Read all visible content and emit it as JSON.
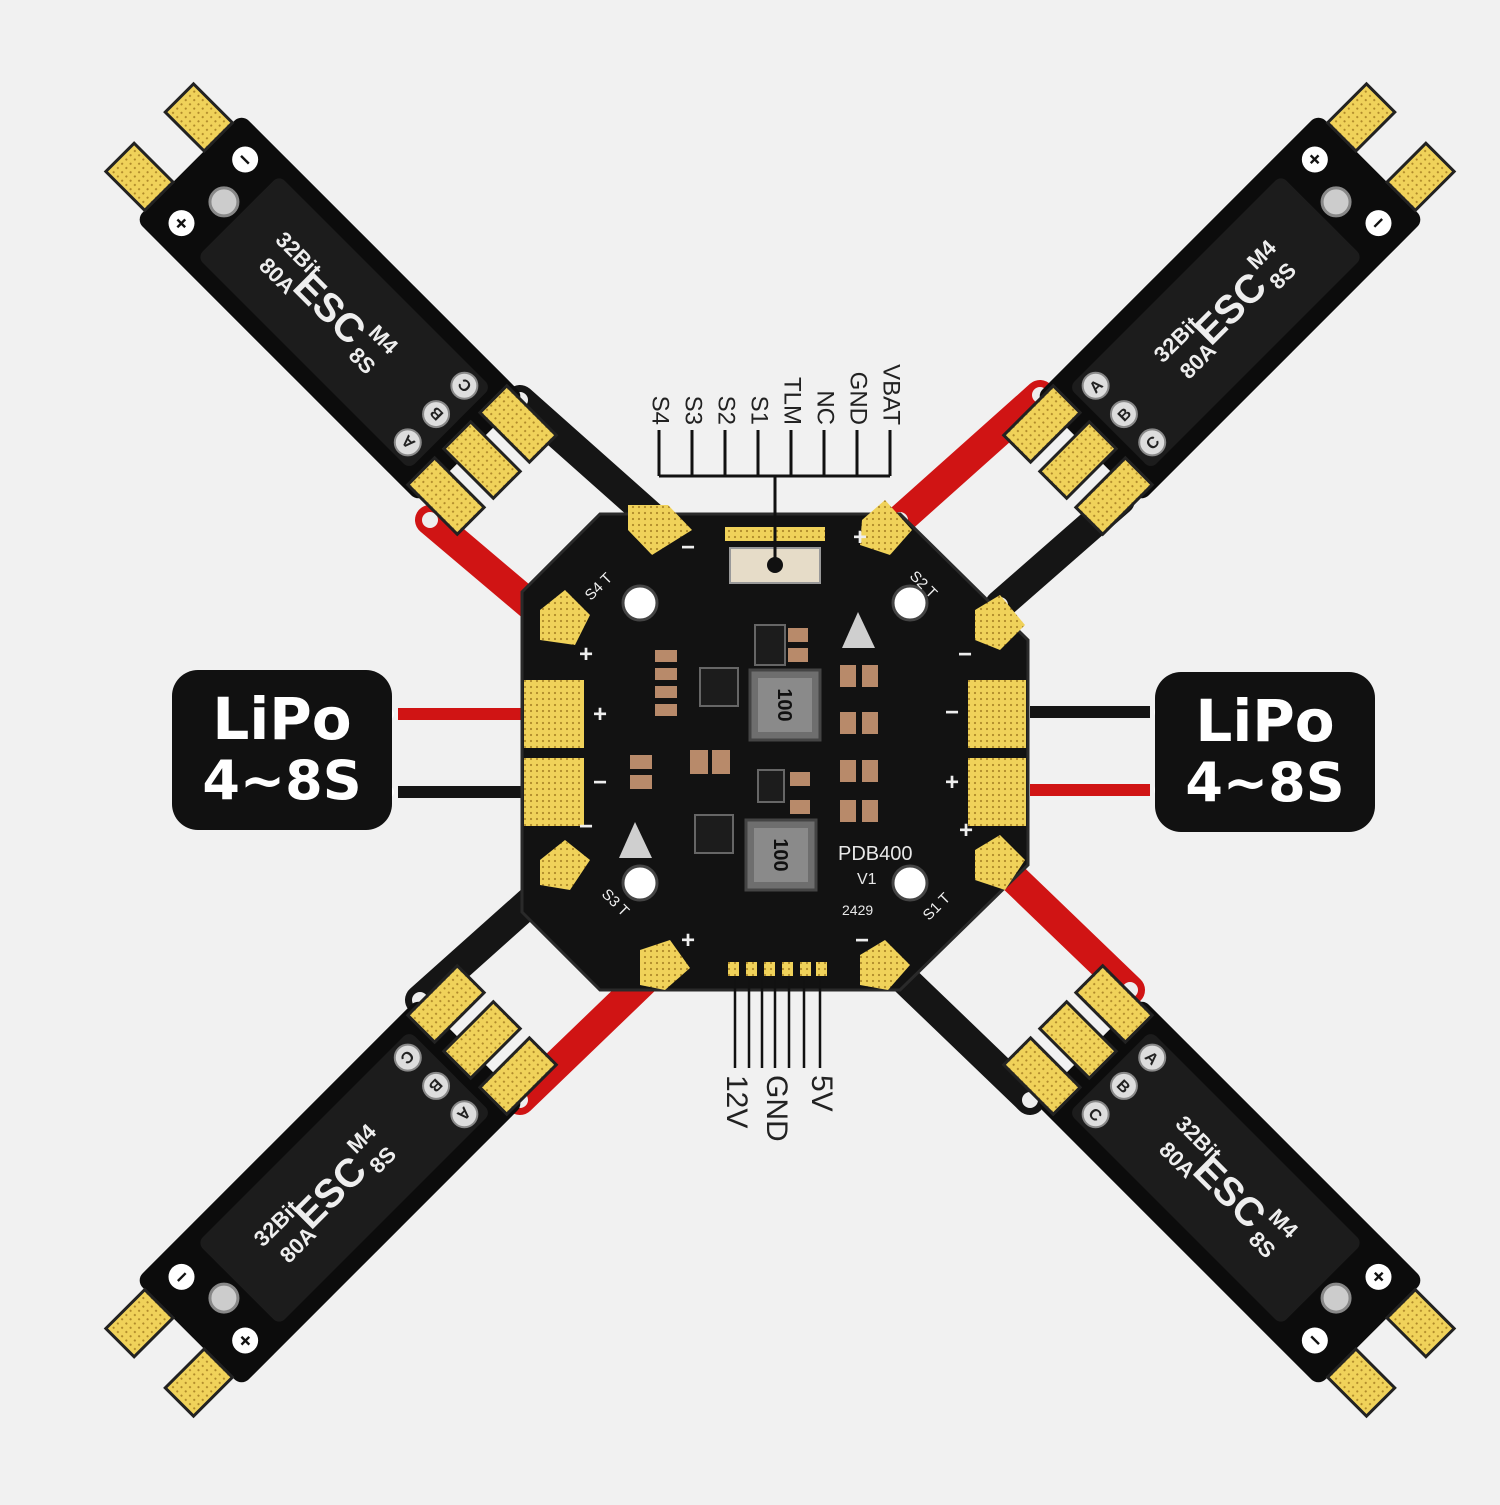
{
  "board": {
    "name": "PDB400",
    "version": "V1",
    "date_code": "2429",
    "inductor_marking": "100",
    "plus_symbol": "+",
    "minus_symbol": "−",
    "motor_labels": [
      "S1 T",
      "S2 T",
      "S3 T",
      "S4 T"
    ]
  },
  "top_connector": {
    "pins": [
      "VBAT",
      "GND",
      "NC",
      "TLM",
      "S1",
      "S2",
      "S3",
      "S4"
    ]
  },
  "bottom_connector": {
    "pins": [
      "5V",
      "GND",
      "12V"
    ]
  },
  "lipo_left": {
    "line1": "LiPo",
    "line2": "4~8S"
  },
  "lipo_right": {
    "line1": "LiPo",
    "line2": "4~8S"
  },
  "esc": {
    "line_bits": "32Bit",
    "line_amps": "80A",
    "line_type": "ESC",
    "line_model": "M4",
    "line_cells": "8S",
    "phases": [
      "A",
      "B",
      "C"
    ]
  },
  "colors": {
    "board": "#121212",
    "gold_pad": "#e6c25a",
    "red_wire": "#d01414",
    "black_wire": "#151515",
    "label_box": "#111111",
    "background": "#f1f1f1"
  }
}
